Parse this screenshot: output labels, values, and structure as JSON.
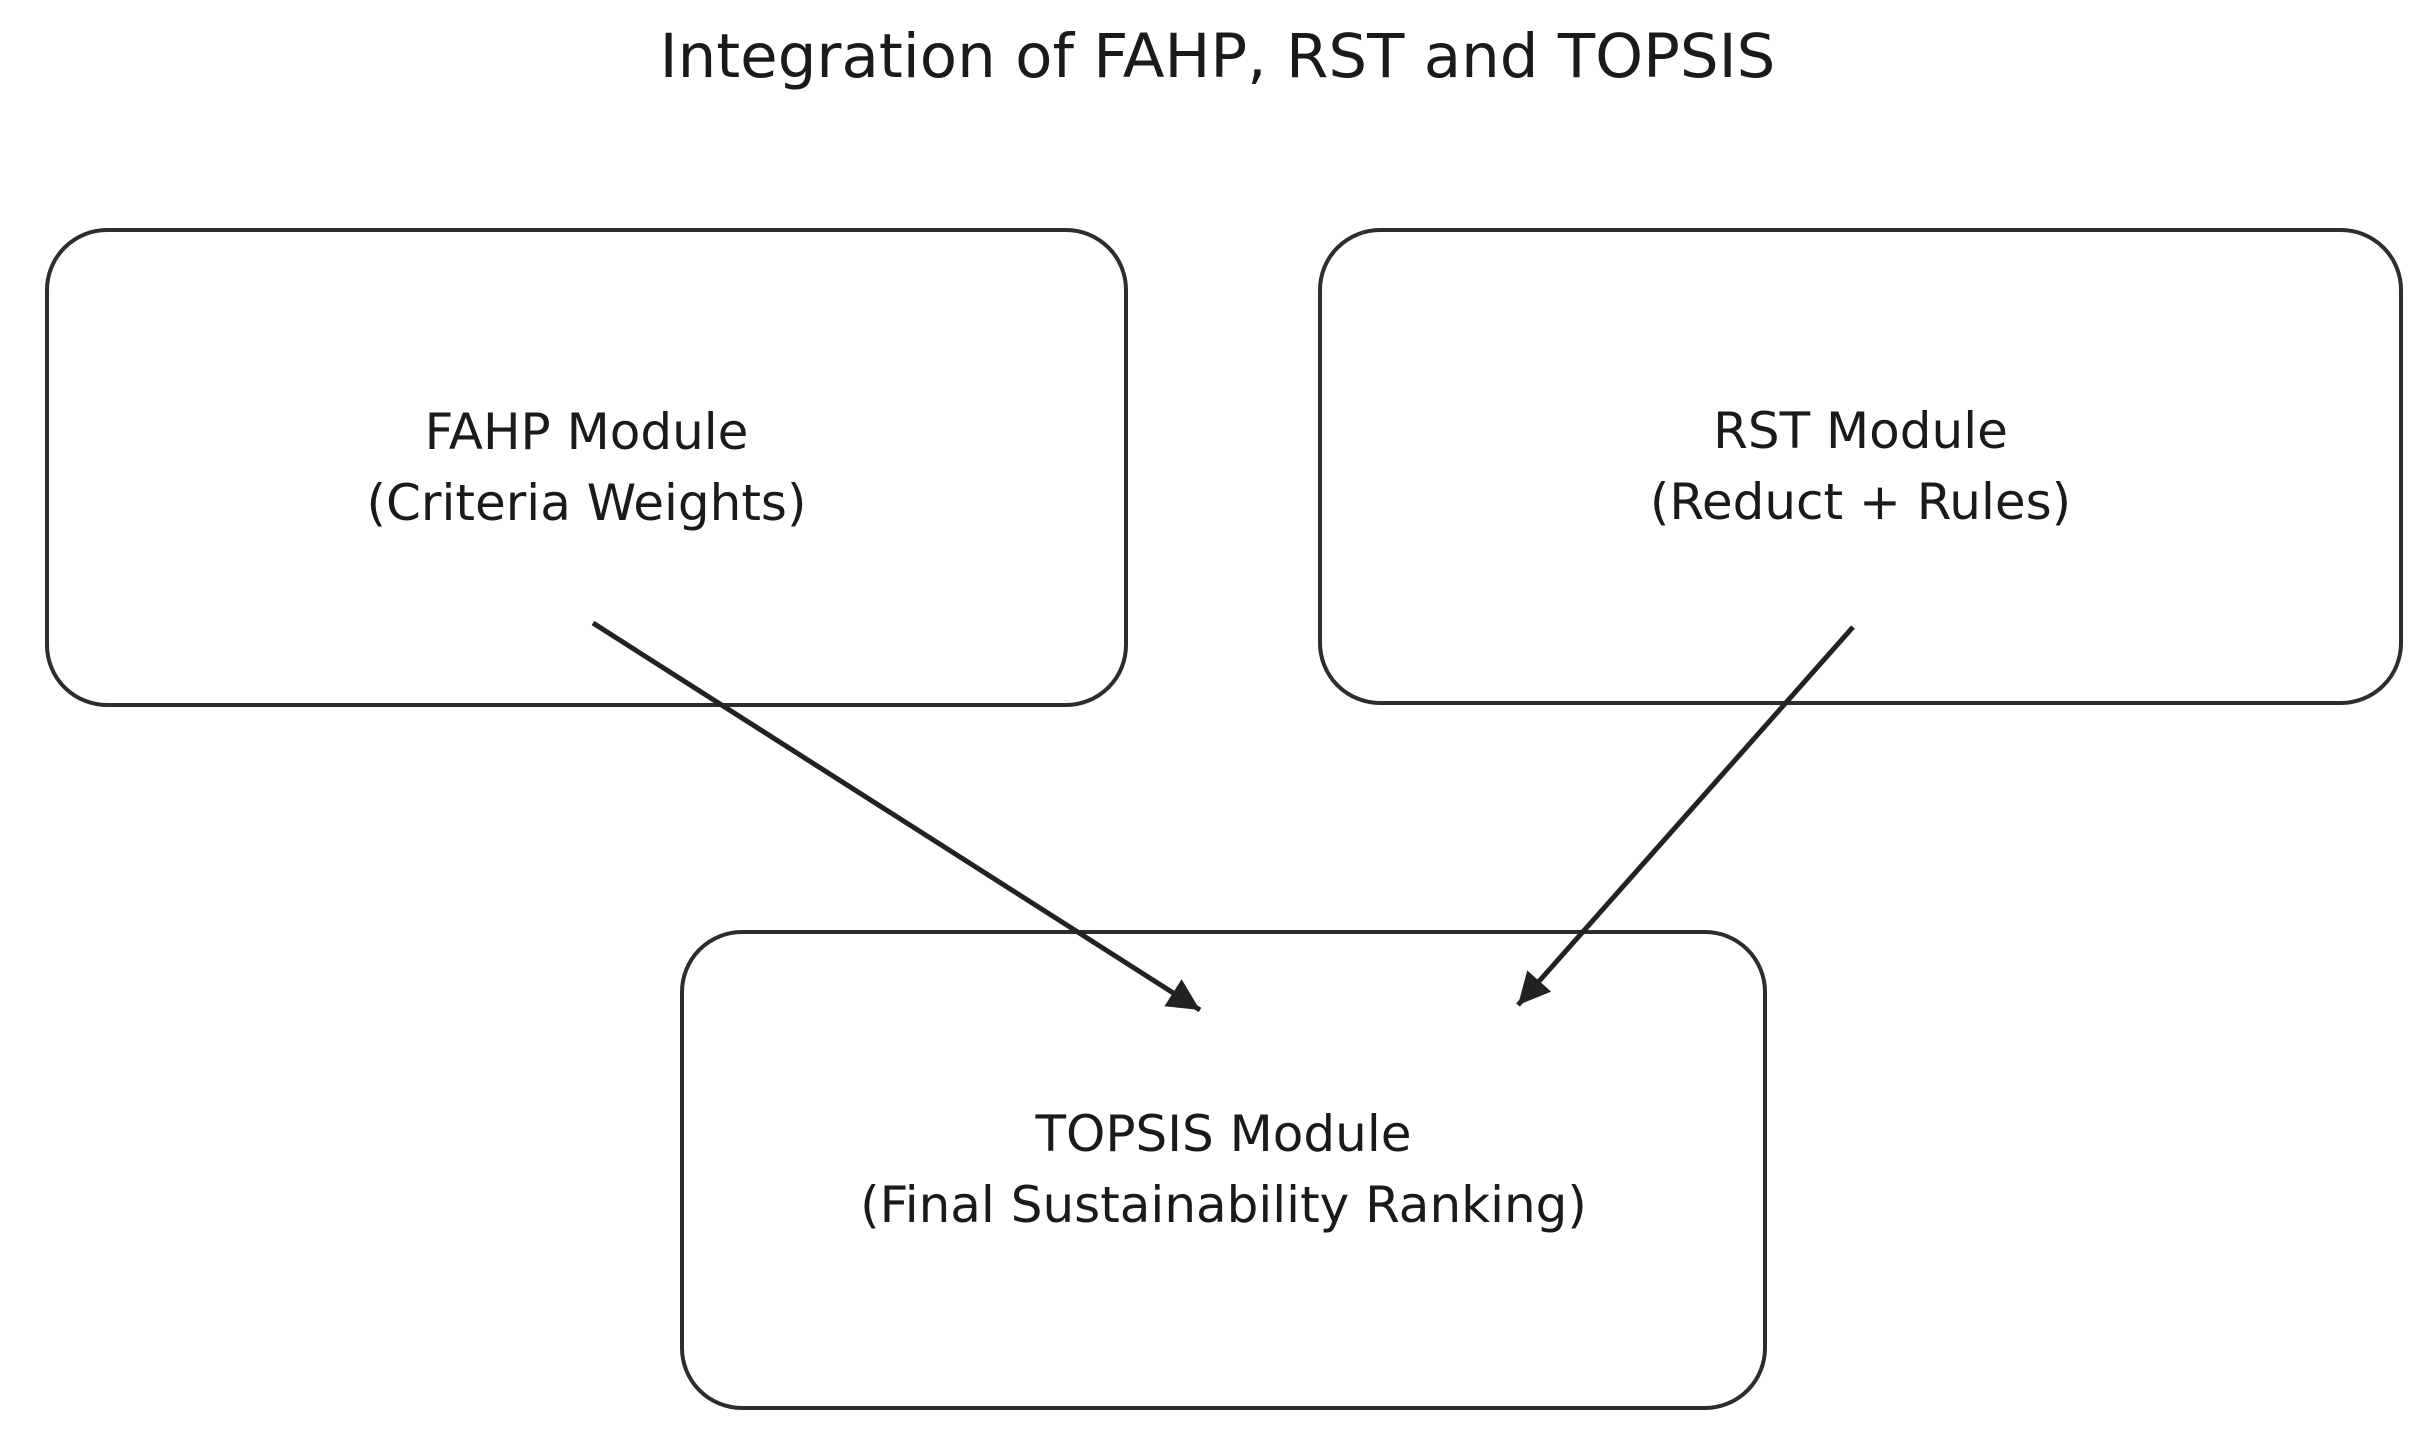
{
  "figure": {
    "title": "Integration of FAHP, RST and TOPSIS",
    "background_color": "#ffffff",
    "text_color": "#1a1a1a",
    "line_color": "#222222"
  },
  "nodes": [
    {
      "id": "fahp",
      "line1": "FAHP Module",
      "line2": "(Criteria Weights)"
    },
    {
      "id": "rst",
      "line1": "RST Module",
      "line2": "(Reduct + Rules)"
    },
    {
      "id": "topsis",
      "line1": "TOPSIS Module",
      "line2": "(Final Sustainability Ranking)"
    }
  ],
  "edges": [
    {
      "from": "fahp",
      "to": "topsis"
    },
    {
      "from": "rst",
      "to": "topsis"
    }
  ]
}
